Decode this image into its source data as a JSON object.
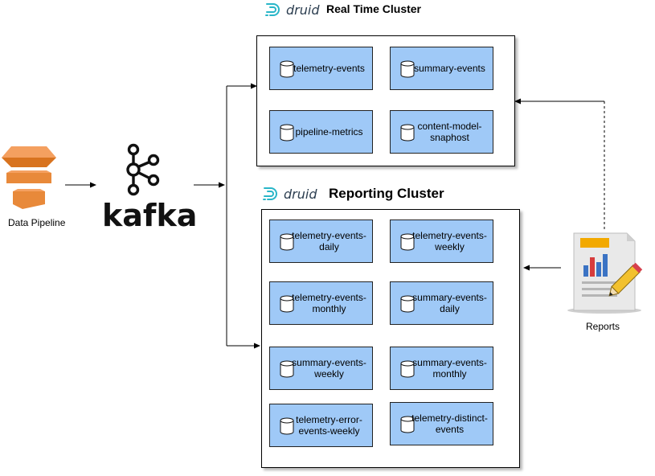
{
  "source": {
    "label": "Data Pipeline",
    "icon": "data-pipeline-stack-icon",
    "color": "#e8893a"
  },
  "broker": {
    "label": "kafka",
    "icon": "kafka-logo-icon"
  },
  "realtime": {
    "logo_text": "druid",
    "title": "Real Time Cluster",
    "datasources": [
      {
        "label": "telemetry-events"
      },
      {
        "label": "summary-events"
      },
      {
        "label": "pipeline-metrics"
      },
      {
        "label": "content-model-snaphost"
      }
    ]
  },
  "reporting": {
    "logo_text": "druid",
    "title": "Reporting Cluster",
    "datasources": [
      {
        "label": "telemetry-events-daily"
      },
      {
        "label": "telemetry-events-weekly"
      },
      {
        "label": "telemetry-events-monthly"
      },
      {
        "label": "summary-events-daily"
      },
      {
        "label": "summary-events-weekly"
      },
      {
        "label": "summary-events-monthly"
      },
      {
        "label": "telemetry-error-events-weekly"
      },
      {
        "label": "telemetry-distinct-events"
      }
    ]
  },
  "reports": {
    "label": "Reports",
    "icon": "report-document-icon"
  },
  "colors": {
    "datasource_fill": "#9fc9f7",
    "druid_logo": "#29b6c8",
    "pipeline": "#e8893a"
  }
}
